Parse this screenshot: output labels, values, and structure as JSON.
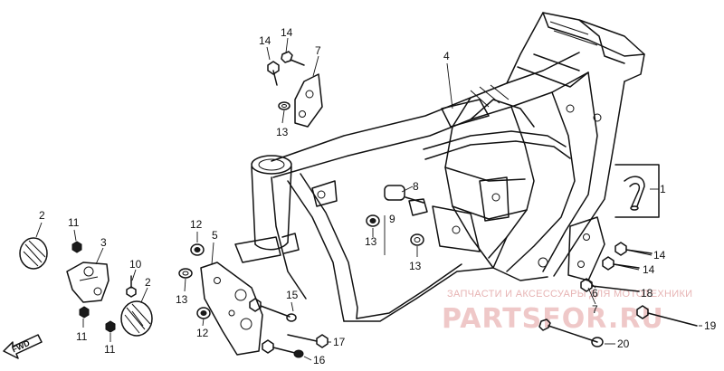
{
  "diagram": {
    "callouts": {
      "c1": "1",
      "c2_top": "2",
      "c2_bottom": "2",
      "c3": "3",
      "c4": "4",
      "c5": "5",
      "c6": "6",
      "c7_top": "7",
      "c7_bottom": "7",
      "c8": "8",
      "c9": "9",
      "c10": "10",
      "c11_a": "11",
      "c11_b": "11",
      "c11_c": "11",
      "c12_a": "12",
      "c12_b": "12",
      "c13_a": "13",
      "c13_b": "13",
      "c13_c": "13",
      "c13_d": "13",
      "c14_a": "14",
      "c14_b": "14",
      "c14_c": "14",
      "c14_d": "14",
      "c15": "15",
      "c16": "16",
      "c17": "17",
      "c18": "18",
      "c19": "19",
      "c20": "20"
    },
    "fwd_label": "FWD"
  },
  "watermark": {
    "line1": "ЗАПЧАСТИ И АКСЕССУАРЫ ДЛЯ МОТОТЕХНИКИ",
    "line2": "PARTSFOR.RU"
  },
  "colors": {
    "line_art": "#111111",
    "watermark": "#efc8c8",
    "background": "#ffffff"
  }
}
